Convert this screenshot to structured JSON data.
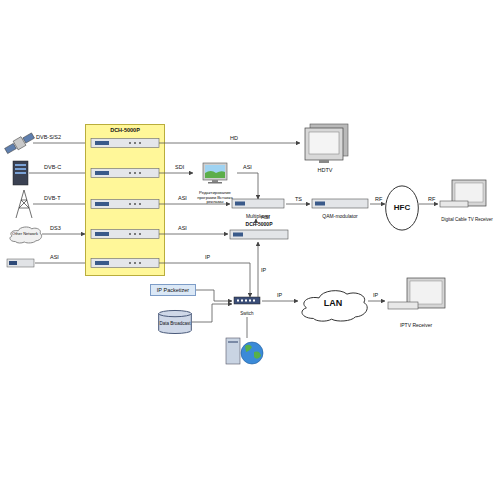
{
  "diagram": {
    "nodes": [
      {
        "text": [
          "DCH-5000P"
        ]
      },
      {
        "text": [
          "Other Network"
        ]
      },
      {
        "text": [
          "HDTV"
        ]
      },
      {
        "text": [
          "Редактирование программ Вставка рекламы"
        ]
      },
      {
        "text": [
          "Multiplexer"
        ]
      },
      {
        "text": [
          "QAM-modulator"
        ]
      },
      {
        "text": [
          "HFC"
        ]
      },
      {
        "text": [
          "Digital Cable TV Receiver"
        ]
      },
      {
        "text": [
          "DCH-5000P"
        ]
      },
      {
        "text": [
          "IP Packetizer"
        ]
      },
      {
        "text": [
          "Data Broadcast"
        ]
      },
      {
        "text": [
          "Switch"
        ]
      },
      {
        "text": [
          "LAN"
        ]
      },
      {
        "text": [
          "IPTV Receiver"
        ]
      }
    ],
    "edges": [
      {
        "from": 1,
        "to": 0,
        "label": "DS3",
        "arrow": "to"
      },
      {
        "from": 0,
        "to": 2,
        "label": "HD",
        "arrow": "to"
      },
      {
        "from": 0,
        "to": 3,
        "label": "SDI",
        "arrow": "to"
      },
      {
        "from": 3,
        "to": 4,
        "label": "ASI",
        "arrow": "to"
      },
      {
        "from": 0,
        "to": 4,
        "label": "ASI",
        "arrow": "to"
      },
      {
        "from": 0,
        "to": 8,
        "label": "ASI",
        "arrow": "to"
      },
      {
        "from": 0,
        "to": 11,
        "label": "IP",
        "arrow": "to"
      },
      {
        "from": 4,
        "to": 5,
        "label": "TS",
        "arrow": "to"
      },
      {
        "from": 5,
        "to": 6,
        "label": "RF",
        "arrow": "to"
      },
      {
        "from": 6,
        "to": 7,
        "label": "RF",
        "arrow": "to"
      },
      {
        "from": 8,
        "to": 4,
        "label": "ASI",
        "arrow": "to"
      },
      {
        "from": 11,
        "to": 8,
        "label": "IP",
        "arrow": "to"
      },
      {
        "from": 9,
        "to": 11,
        "arrow": "to"
      },
      {
        "from": 10,
        "to": 11,
        "arrow": "to"
      },
      {
        "from": 11,
        "to": 12,
        "label": "IP",
        "arrow": "to"
      },
      {
        "from": 12,
        "to": 13,
        "label": "IP",
        "arrow": "to"
      }
    ],
    "labels": [
      "DVB-S/S2",
      "DVB-C",
      "DVB-T",
      "ASI"
    ]
  }
}
